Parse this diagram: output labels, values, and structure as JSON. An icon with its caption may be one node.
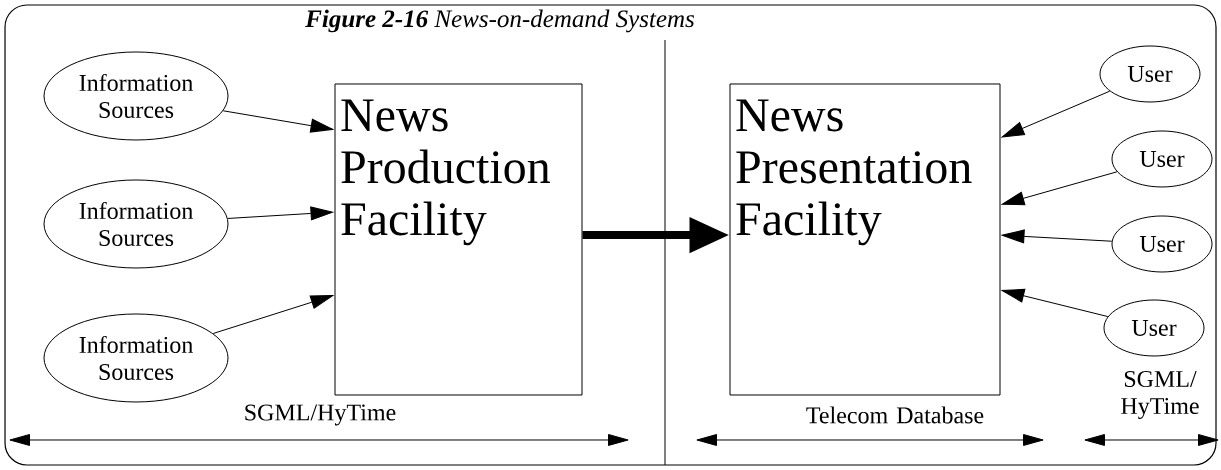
{
  "diagram": {
    "title": "**Figure 2-16**  News-on-demand Systems",
    "nodes": [
      {
        "text": [
          "Information Sources"
        ]
      },
      {
        "text": [
          "Information Sources"
        ]
      },
      {
        "text": [
          "Information Sources"
        ]
      },
      {
        "text": [
          "News Production Facility"
        ]
      },
      {
        "text": [
          "News Presentation Facility"
        ]
      },
      {
        "text": [
          "User"
        ]
      },
      {
        "text": [
          "User"
        ]
      },
      {
        "text": [
          "User"
        ]
      },
      {
        "text": [
          "User"
        ]
      }
    ],
    "edges": [
      {
        "from": 0,
        "to": 3,
        "arrow": "to"
      },
      {
        "from": 1,
        "to": 3,
        "arrow": "to"
      },
      {
        "from": 2,
        "to": 3,
        "arrow": "to"
      },
      {
        "from": 3,
        "to": 4,
        "arrow": "to",
        "style": "thick"
      },
      {
        "from": 5,
        "to": 4,
        "arrow": "to"
      },
      {
        "from": 6,
        "to": 4,
        "arrow": "to"
      },
      {
        "from": 7,
        "to": 4,
        "arrow": "to"
      },
      {
        "from": 8,
        "to": 4,
        "arrow": "to"
      }
    ],
    "labels": [
      "SGML/HyTime",
      "Telecom Database",
      "SGML/ HyTime"
    ]
  }
}
